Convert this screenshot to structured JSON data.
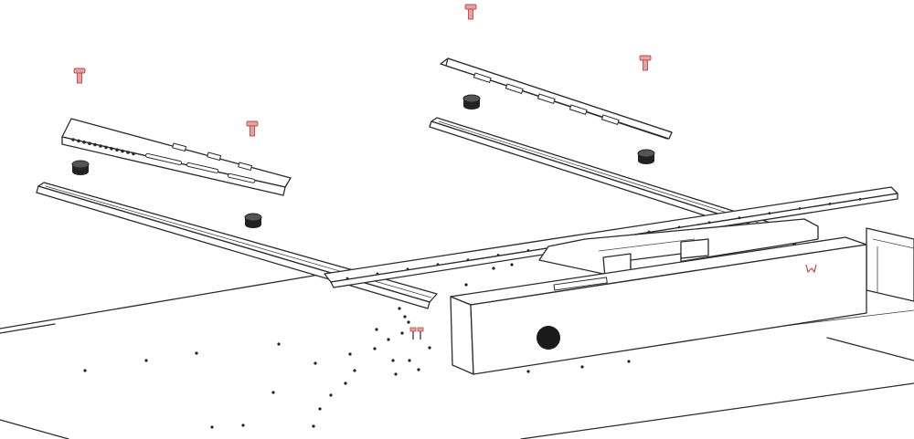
{
  "diagram": {
    "type": "exploded-assembly-drawing",
    "colors": {
      "line": "#2b2b2b",
      "screw": "#e8a0a0",
      "screw_outline": "#b84a4a",
      "foot": "#222222",
      "background": "#ffffff"
    },
    "parts": [
      {
        "name": "screw",
        "count": 4
      },
      {
        "name": "mounting-bracket",
        "count": 2
      },
      {
        "name": "rubber-foot",
        "count": 4
      },
      {
        "name": "side-rail",
        "count": 2
      },
      {
        "name": "crossbar",
        "count": 1
      },
      {
        "name": "control-box",
        "count": 1
      },
      {
        "name": "tabletop",
        "count": 1
      }
    ]
  }
}
